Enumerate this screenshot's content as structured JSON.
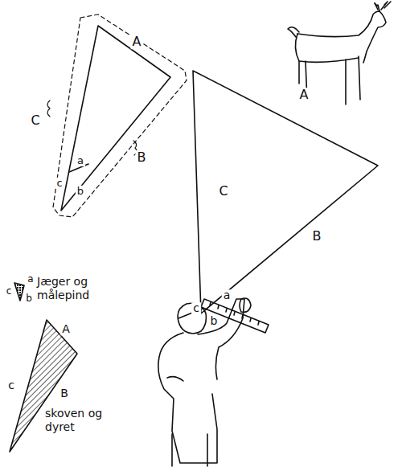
{
  "diagram": {
    "labels": [
      "A",
      "C",
      "B",
      "a",
      "c",
      "b",
      "A",
      "C",
      "B",
      "a",
      "c",
      "b",
      "a",
      "c",
      "b",
      "A",
      "c",
      "B"
    ],
    "legend": [
      {
        "text": "Jæger og målepind"
      },
      {
        "text": "skoven og dyret"
      }
    ]
  }
}
